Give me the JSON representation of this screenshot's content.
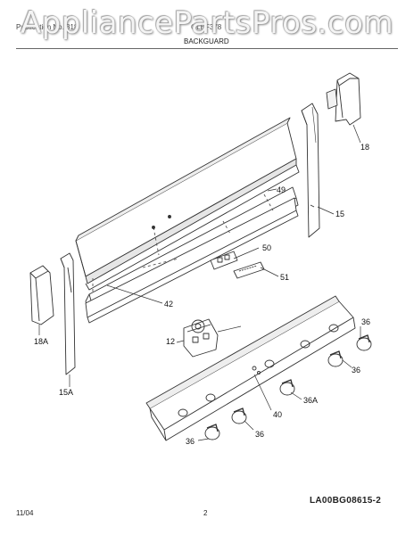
{
  "watermark": "AppliancePartsPros.com",
  "header": {
    "left_text": "Publication No. 318",
    "mid_text": "GLEF378",
    "section_title": "BACKGUARD"
  },
  "part_labels": [
    {
      "id": "18",
      "text": "18"
    },
    {
      "id": "49",
      "text": "49"
    },
    {
      "id": "15",
      "text": "15"
    },
    {
      "id": "50",
      "text": "50"
    },
    {
      "id": "51",
      "text": "51"
    },
    {
      "id": "42",
      "text": "42"
    },
    {
      "id": "18A",
      "text": "18A"
    },
    {
      "id": "12",
      "text": "12"
    },
    {
      "id": "36-right",
      "text": "36"
    },
    {
      "id": "36-mid",
      "text": "36"
    },
    {
      "id": "36A",
      "text": "36A"
    },
    {
      "id": "40",
      "text": "40"
    },
    {
      "id": "15A",
      "text": "15A"
    },
    {
      "id": "36-low-right",
      "text": "36"
    },
    {
      "id": "36-low-left",
      "text": "36"
    }
  ],
  "diagram_code": "LA00BG08615-2",
  "footer": {
    "date": "11/04",
    "page": "2"
  },
  "colors": {
    "line": "#333333",
    "panel_fill": "#ffffff",
    "shade": "#e6e6e6"
  }
}
